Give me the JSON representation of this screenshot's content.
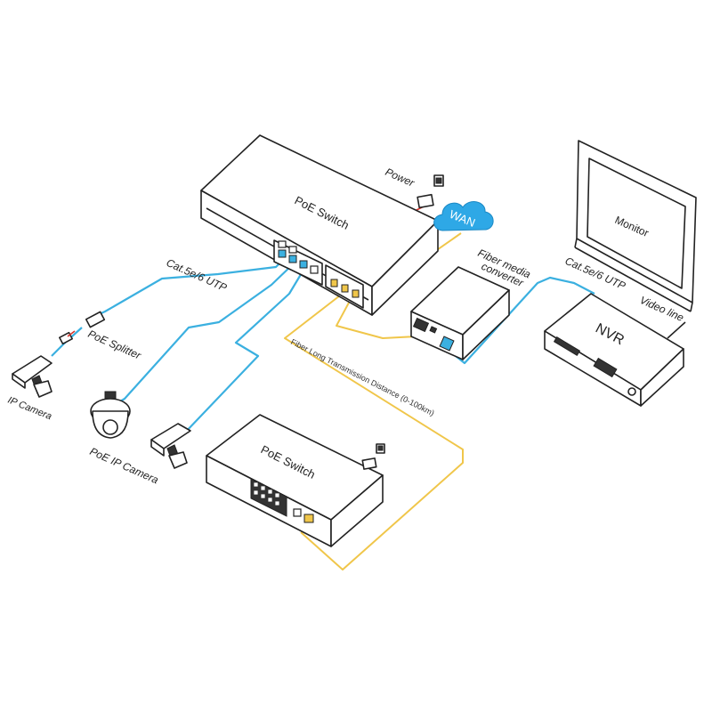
{
  "labels": {
    "poe_switch_top": "PoE Switch",
    "poe_switch_bottom": "PoE Switch",
    "power": "Power",
    "wan": "WAN",
    "fiber_media_converter_line1": "Fiber media",
    "fiber_media_converter_line2": "converter",
    "cat_left": "Cat.5e/6 UTP",
    "cat_right": "Cat.5e/6 UTP",
    "poe_splitter": "PoE Splitter",
    "ip_camera": "IP Camera",
    "poe_ip_camera": "PoE IP Camera",
    "fiber_distance": "Fiber Long Transmission Distance    (0-100km)",
    "monitor": "Monitor",
    "video_line": "Video line",
    "nvr": "NVR"
  },
  "colors": {
    "cat_cable": "#3bb0e0",
    "fiber_cable": "#f0c64a",
    "power_cable": "#d8332a",
    "wan_cloud": "#2ea8e6",
    "outline": "#222222"
  },
  "icons": [
    "power-adapter-icon",
    "wan-cloud-icon",
    "bullet-camera-icon",
    "dome-camera-icon",
    "splitter-icon"
  ]
}
